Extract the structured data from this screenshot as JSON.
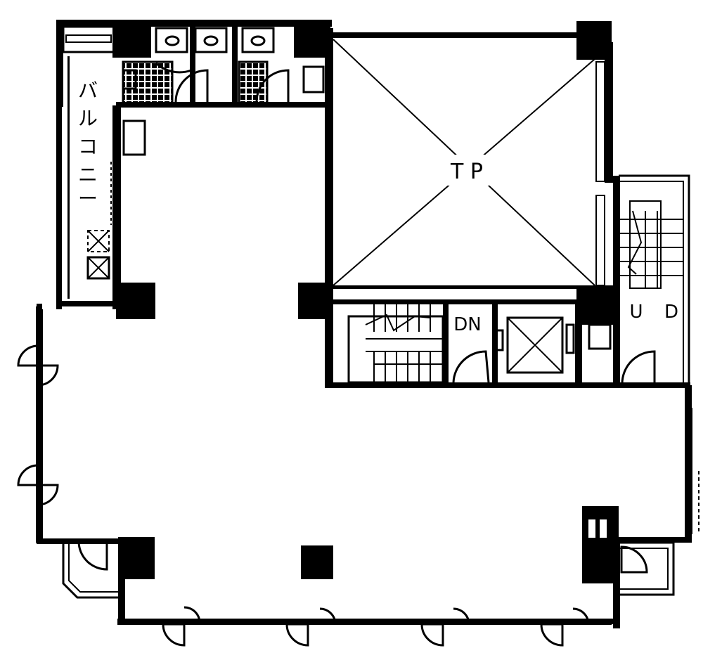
{
  "labels": {
    "balcony": [
      "バ",
      "ル",
      "コ",
      "ニ",
      "ー"
    ],
    "tp": "T P",
    "dn": "DN",
    "up": "U",
    "down": "D"
  },
  "colors": {
    "ink": "#000000",
    "paper": "#ffffff"
  }
}
